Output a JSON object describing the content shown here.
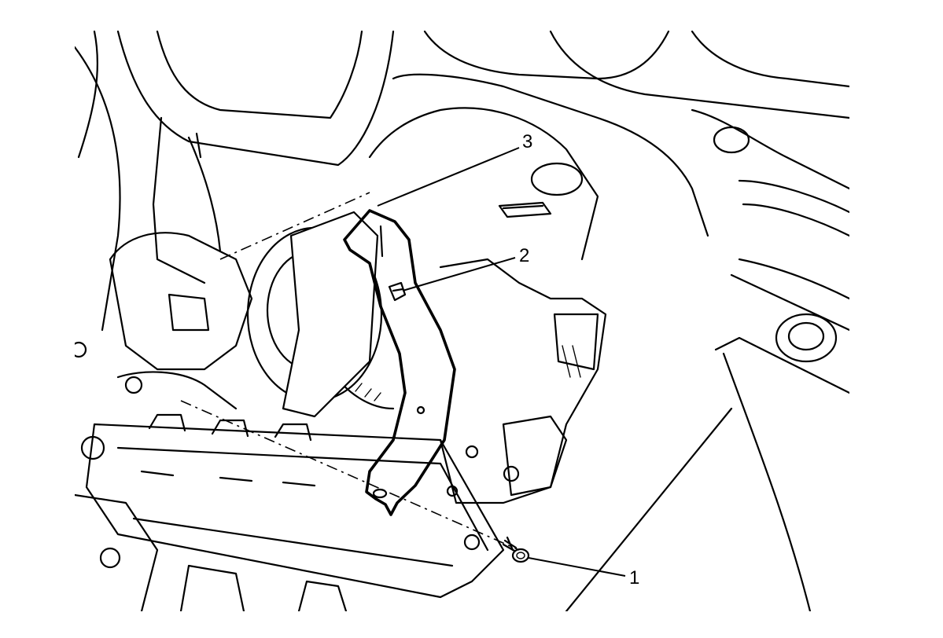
{
  "diagram": {
    "type": "exploded-assembly-illustration",
    "callouts": [
      {
        "id": "1",
        "label": "1"
      },
      {
        "id": "2",
        "label": "2"
      },
      {
        "id": "3",
        "label": "3"
      }
    ],
    "colors": {
      "line": "#000000",
      "background": "#ffffff"
    }
  }
}
